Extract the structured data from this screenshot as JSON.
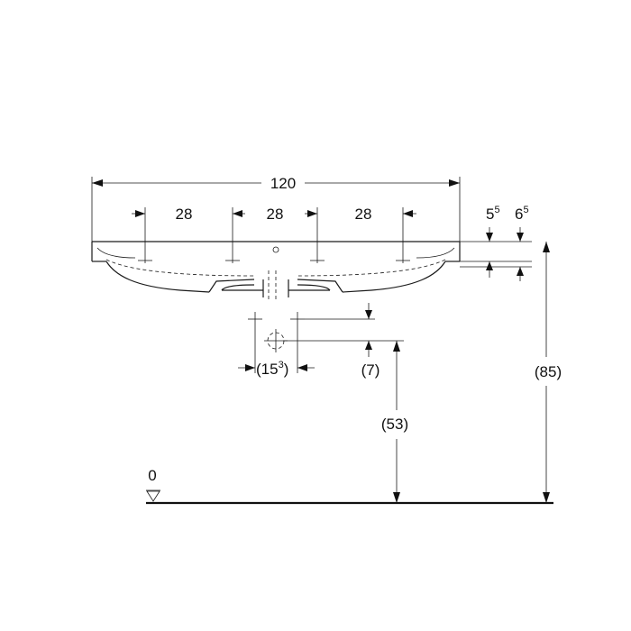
{
  "dimensions": {
    "total_width": "120",
    "spacing_left": "28",
    "spacing_middle": "28",
    "spacing_right": "28",
    "rim_a_base": "5",
    "rim_a_sup": "5",
    "rim_b_base": "6",
    "rim_b_sup": "5",
    "drain_spacing_open": "(15",
    "drain_spacing_sup": "3",
    "drain_spacing_close": ")",
    "drain_offset": "(7)",
    "drain_height": "(53)",
    "rim_height": "(85)",
    "floor_level": "0"
  }
}
